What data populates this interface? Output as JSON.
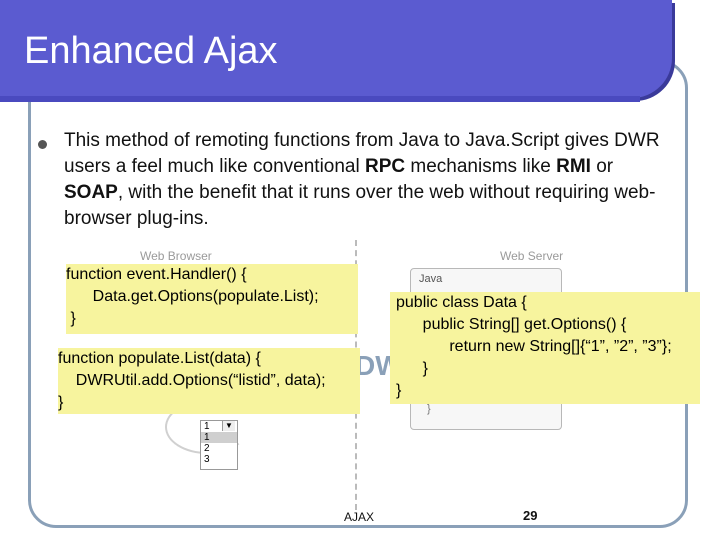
{
  "slide": {
    "title": "Enhanced Ajax",
    "bullet_parts": [
      "This method of remoting functions from Java to Java.Script gives DWR users a feel much like conventional ",
      "RPC",
      " mechanisms like ",
      "RMI",
      " or ",
      "SOAP",
      ", with the benefit that it runs over the web without requiring web-browser plug-ins."
    ],
    "diagram": {
      "left_label": "Web Browser",
      "right_label": "Web Server",
      "java_label": "Java",
      "java_brace": "}",
      "dwr_mark": "DWR",
      "select_items": [
        "1",
        "1",
        "2",
        "3"
      ],
      "select_arrow": "▼"
    },
    "code_js_handler": "function event.Handler() {\n      Data.get.Options(populate.List);\n }",
    "code_js_populate": "function populate.List(data) {\n    DWRUtil.add.Options(“listid”, data);\n}",
    "code_java": "public class Data {\n      public String[] get.Options() {\n            return new String[]{“1”, ”2”, ”3”};\n      }\n}",
    "footer_center": "AJAX",
    "page_number": "29"
  }
}
